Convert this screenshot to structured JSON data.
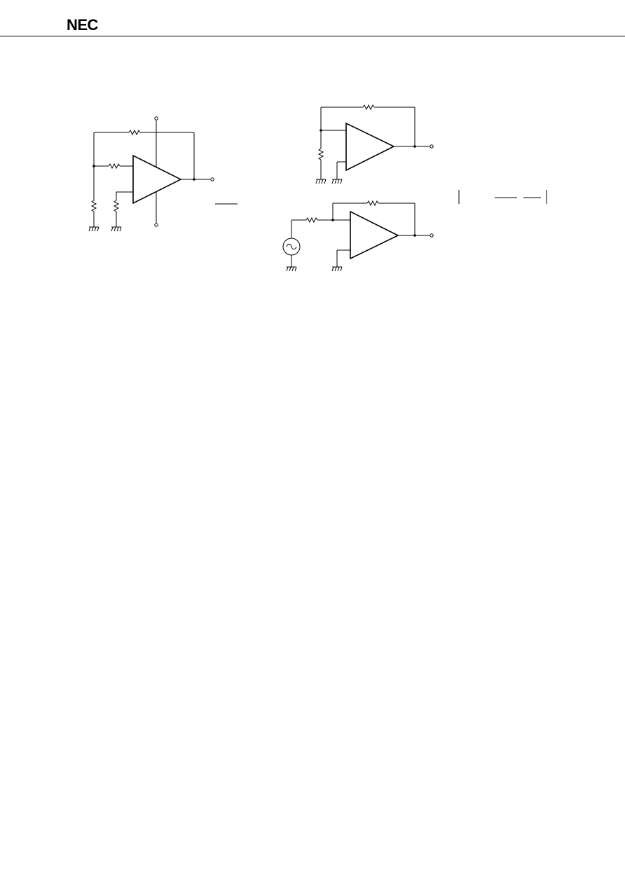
{
  "header": {
    "logo_text": "NEC"
  },
  "diagram": {
    "circuits": [
      {
        "id": "circuit-1",
        "description_shown": false
      },
      {
        "id": "circuit-2",
        "description_shown": false
      },
      {
        "id": "circuit-3",
        "description_shown": false
      }
    ]
  }
}
